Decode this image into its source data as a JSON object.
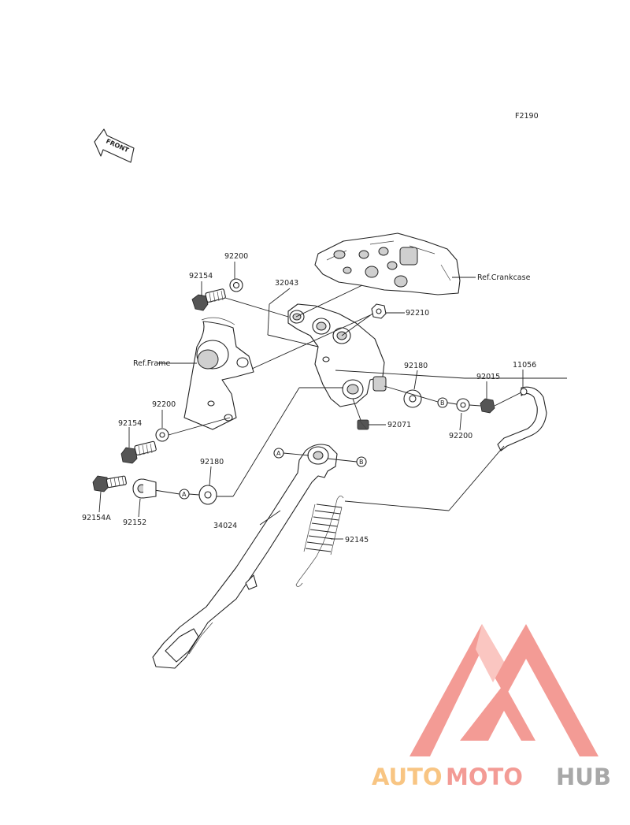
{
  "figure_code": "F2190",
  "front_label": "FRONT",
  "refs": {
    "crankcase": "Ref.Crankcase",
    "frame": "Ref.Frame"
  },
  "parts": {
    "p92200_top": "92200",
    "p92154_top": "92154",
    "p32043": "32043",
    "p92210": "92210",
    "p92180_mid": "92180",
    "p92015": "92015",
    "p11056": "11056",
    "p92200_mid": "92200",
    "p92071": "92071",
    "p92200_left": "92200",
    "p92154_left": "92154",
    "p92180_low": "92180",
    "p92154A": "92154A",
    "p92152": "92152",
    "p34024": "34024",
    "p92145": "92145"
  },
  "markers": {
    "a": "A",
    "b": "B"
  },
  "watermark": {
    "part1": "AUTO",
    "part2": "MOTO",
    "part3": "HUB",
    "color_orange": "#f6b25a",
    "color_red": "#f07a72",
    "color_gray": "#8c8c8c"
  }
}
